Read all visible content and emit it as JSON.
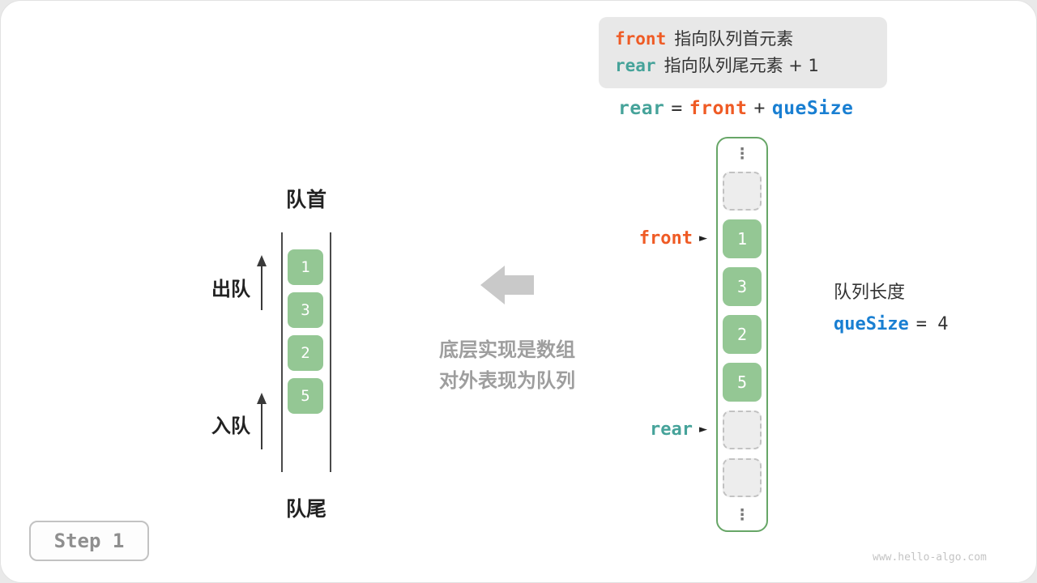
{
  "colors": {
    "front_orange": "#ef5b25",
    "rear_teal": "#46a39a",
    "quesize_blue": "#197fd2",
    "cell_green": "#94c794",
    "array_border_green": "#67a667",
    "legend_bg": "#e8e8e8",
    "muted_gray": "#9e9e9e"
  },
  "legend": {
    "line1": {
      "keyword": "front",
      "text": "指向队列首元素"
    },
    "line2": {
      "keyword": "rear",
      "text": "指向队列尾元素 + 1"
    }
  },
  "formula": {
    "rear": "rear",
    "eq": "=",
    "front": "front",
    "plus": "+",
    "quesize": "queSize"
  },
  "array": {
    "ellipsis": "⋮",
    "cells": [
      "",
      "1",
      "3",
      "2",
      "5",
      "",
      ""
    ],
    "front_pointer": "front",
    "rear_pointer": "rear",
    "pointer_arrow": "►"
  },
  "queue_info": {
    "length_label": "队列长度",
    "quesize_keyword": "queSize",
    "quesize_value": "= 4"
  },
  "left_queue": {
    "top_label": "队首",
    "bottom_label": "队尾",
    "dequeue_label": "出队",
    "enqueue_label": "入队",
    "values": [
      "1",
      "3",
      "2",
      "5"
    ]
  },
  "middle": {
    "caption_line1": "底层实现是数组",
    "caption_line2": "对外表现为队列"
  },
  "page": {
    "step_label": "Step 1",
    "watermark": "www.hello-algo.com"
  }
}
